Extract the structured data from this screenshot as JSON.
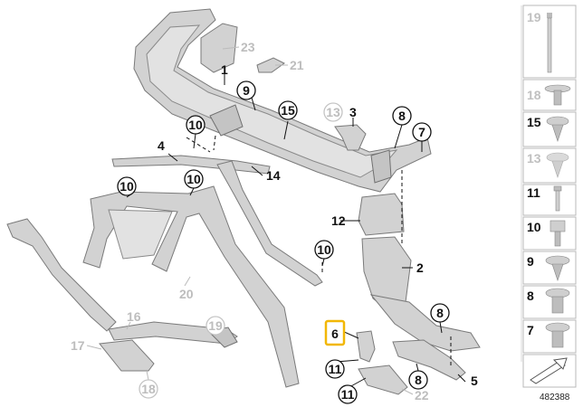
{
  "diagram_id": "482388",
  "highlighted_callout": "6",
  "callouts": {
    "c1": "1",
    "c2": "2",
    "c3": "3",
    "c4": "4",
    "c5": "5",
    "c6": "6",
    "c7": "7",
    "c8a": "8",
    "c8b": "8",
    "c8c": "8",
    "c9": "9",
    "c10a": "10",
    "c10b": "10",
    "c10c": "10",
    "c10d": "10",
    "c11a": "11",
    "c11b": "11",
    "c12": "12",
    "c13": "13",
    "c14": "14",
    "c15": "15",
    "c16": "16",
    "c17": "17",
    "c18": "18",
    "c19": "19",
    "c20": "20",
    "c21": "21",
    "c22": "22",
    "c23": "23"
  },
  "legend": [
    {
      "label": "19",
      "muted": true
    },
    {
      "label": "18",
      "muted": true
    },
    {
      "label": "15",
      "muted": false
    },
    {
      "label": "13",
      "muted": true
    },
    {
      "label": "11",
      "muted": false
    },
    {
      "label": "10",
      "muted": false
    },
    {
      "label": "9",
      "muted": false
    },
    {
      "label": "8",
      "muted": false
    },
    {
      "label": "7",
      "muted": false
    }
  ],
  "colors": {
    "highlight": "#f2b705",
    "muted_label": "#bdbdbd",
    "part_fill": "#d2d2d2"
  }
}
